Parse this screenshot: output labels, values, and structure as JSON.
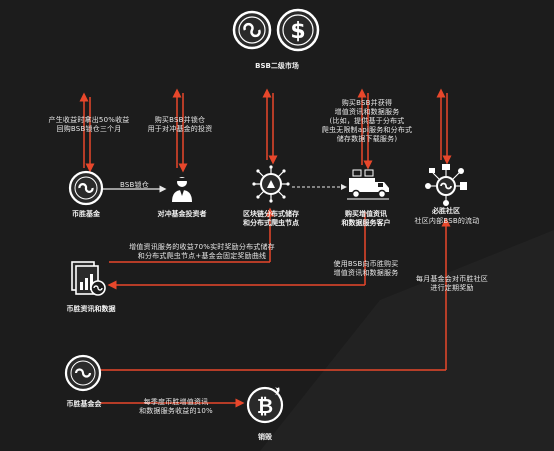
{
  "colors": {
    "background": "#1c1c1c",
    "arrow": "#e8472b",
    "icon_ring": "#ffffff",
    "icon_fill": "#2a2a2a"
  },
  "top": {
    "title": "BSB二级市场",
    "icons": [
      "swirl-coin-icon",
      "dollar-coin-icon"
    ]
  },
  "arrow_labels": {
    "fund_to_market": [
      "产生收益时拿出50%收益",
      "回购BSB锁仓三个月"
    ],
    "investor_buy": [
      "购买BSB并锁仓",
      "用于对冲基金的投资"
    ],
    "customer_buy": [
      "购买BSB并获得",
      "增值资讯和数据服务",
      "(比如，提供基于分布式",
      "爬虫无限制api服务和分布式",
      "储存数据下载服务)"
    ],
    "lock": "BSB锁仓",
    "reward": [
      "增值资讯服务的收益70%实时奖励分布式储存",
      "和分布式爬虫节点+基金会固定奖励曲线"
    ],
    "use_bsb": [
      "使用BSB向币胜购买",
      "增值资讯和数据服务"
    ],
    "community_flow": [
      "社区内部BSB的流动"
    ],
    "monthly_reward": [
      "每月基金会对币胜社区",
      "进行定期奖励"
    ],
    "quarterly_burn": [
      "每季度币胜增值资讯",
      "和数据服务收益的10%"
    ]
  },
  "nodes": {
    "fund": "币胜基金",
    "investor": "对冲基金投资者",
    "storage": [
      "区块链分布式储存",
      "和分布式爬虫节点"
    ],
    "customer": [
      "购买增值资讯",
      "和数据服务客户"
    ],
    "community": "必胜社区",
    "data": "币胜资讯和数据",
    "foundation": "币胜基金会",
    "burn": "销毁"
  },
  "icons": {
    "fund": "swirl-coin-icon",
    "investor": "investor-person-icon",
    "storage": "network-node-icon",
    "customer": "delivery-truck-icon",
    "community": "community-network-icon",
    "data": "document-chart-icon",
    "foundation": "swirl-coin-icon",
    "burn": "bitcoin-burn-icon"
  }
}
